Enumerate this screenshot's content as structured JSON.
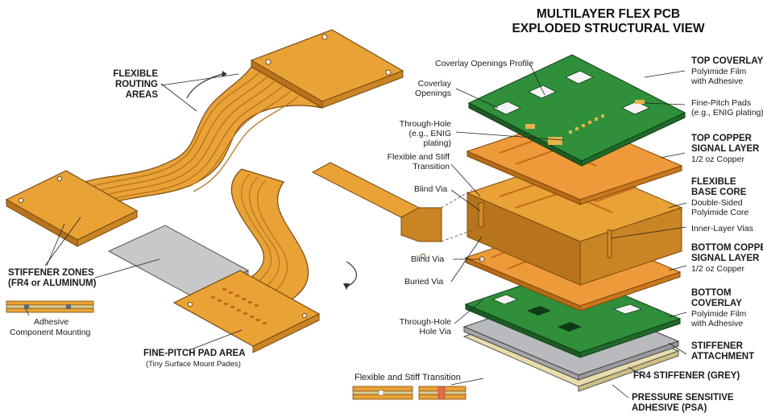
{
  "title": {
    "line1": "MULTILAYER FLEX PCB",
    "line2": "EXPLODED STRUCTURAL VIEW"
  },
  "left": {
    "flexible_routing": "FLEXIBLE\nROUTING\nAREAS",
    "stiffener_zones": "STIFFENER ZONES\n(FR4 or ALUMINUM)",
    "adhesive": "Adhesive",
    "component_mounting": "Component Mounting",
    "fine_pitch_area": "FINE-PITCH PAD AREA",
    "fine_pitch_sub": "(Tiny Surface Mount Pades)"
  },
  "middle_labels": {
    "coverlay_openings_profile": "Coverlay Openings Profile",
    "coverlay_openings": "Coverlay\nOpenings",
    "through_hole": "Through-Hole\n(e.g., ENIG\nplating)",
    "flex_stiff_transition": "Flexible and Stiff\nTransition",
    "blind_via_top": "Blind Via",
    "blind_via_bottom": "Blind Via",
    "buried_via": "Buried Via",
    "through_hole_via": "Through-Hole\nHole Via",
    "transition_caption": "Flexible and Stiff Transition"
  },
  "layers": [
    {
      "title": "TOP COVERLAY",
      "desc": "Polyimide Film\nwith Adhesive"
    },
    {
      "title": "",
      "desc": "Fine-Pitch Pads\n(e.g., ENIG plating)"
    },
    {
      "title": "TOP COPPER\nSIGNAL LAYER",
      "desc": "1/2 oz Copper"
    },
    {
      "title": "FLEXIBLE\nBASE CORE",
      "desc": "Double-Sided\nPolyimide Core"
    },
    {
      "title": "",
      "desc": "Inner-Layer Vias"
    },
    {
      "title": "BOTTOM COPPER\nSIGNAL LAYER",
      "desc": "1/2 oz Copper"
    },
    {
      "title": "BOTTOM\nCOVERLAY",
      "desc": "Polyimide Film\nwith Adhesive"
    },
    {
      "title": "STIFFENER\nATTACHMENT",
      "desc": ""
    },
    {
      "title": "FR4 STIFFENER (GREY)",
      "desc": ""
    },
    {
      "title": "PRESSURE SENSITIVE\nADHESIVE (PSA)",
      "desc": ""
    }
  ],
  "colors": {
    "polyimide": "#e8a236",
    "polyimide_dark": "#b8741c",
    "copper_trace": "#c96a18",
    "coverlay_green": "#2f8f3a",
    "stiffener_grey": "#b9babd",
    "psa_cream": "#e9dcaa"
  }
}
